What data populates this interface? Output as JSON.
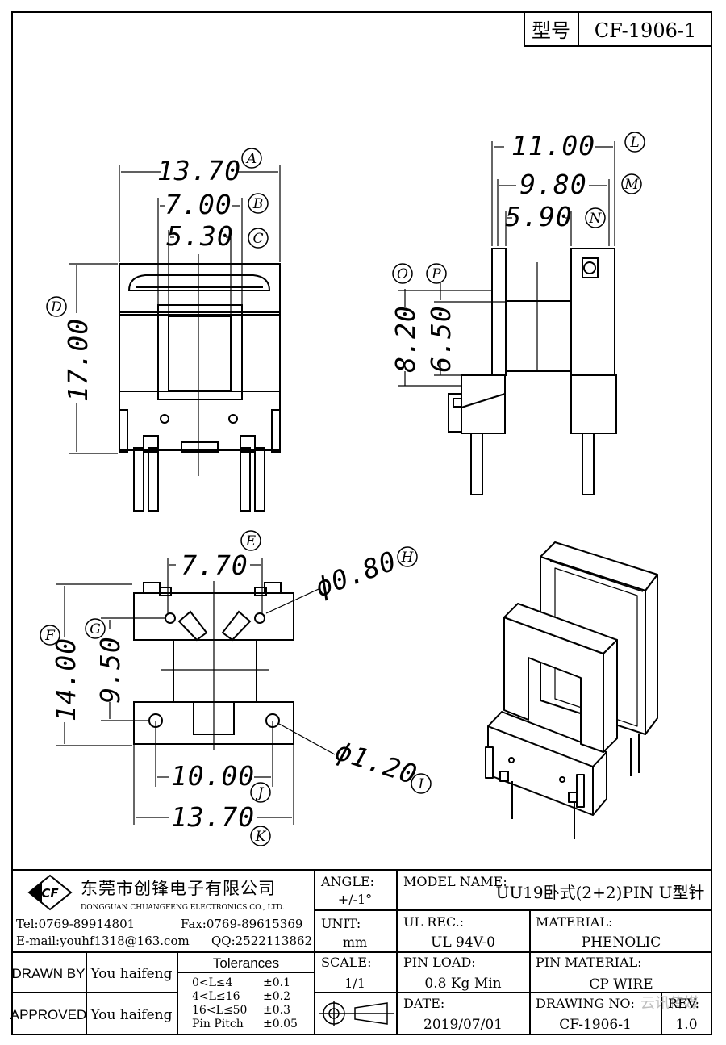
{
  "model": {
    "label": "型号",
    "value": "CF-1906-1"
  },
  "dimensions": {
    "A": "13.70",
    "B": "7.00",
    "C": "5.30",
    "D": "17.00",
    "L": "11.00",
    "M": "9.80",
    "N": "5.90",
    "O": "8.20",
    "P": "6.50",
    "E": "7.70",
    "F": "14.00",
    "G": "9.50",
    "H": "ϕ0.80",
    "I": "ϕ1.20",
    "J": "10.00",
    "K": "13.70"
  },
  "callouts": [
    "A",
    "B",
    "C",
    "D",
    "L",
    "M",
    "N",
    "O",
    "P",
    "E",
    "F",
    "G",
    "H",
    "I",
    "J",
    "K"
  ],
  "company": {
    "logo": "CF",
    "name_cn": "东莞市创锋电子有限公司",
    "name_en": "DONGGUAN CHUANGFENG ELECTRONICS CO., LTD.",
    "tel": "Tel:0769-89914801",
    "fax": "Fax:0769-89615369",
    "email": "E-mail:youhf1318@163.com",
    "qq": "QQ:2522113862"
  },
  "title_block": {
    "angle_label": "ANGLE:",
    "angle_value": "+/-1°",
    "unit_label": "UNIT:",
    "unit_value": "mm",
    "scale_label": "SCALE:",
    "scale_value": "1/1",
    "model_name_label": "MODEL NAME:",
    "model_name_value": "UU19卧式(2+2)PIN U型针",
    "ul_label": "UL REC.:",
    "ul_value": "UL 94V-0",
    "material_label": "MATERIAL:",
    "material_value": "PHENOLIC",
    "pin_load_label": "PIN LOAD:",
    "pin_load_value": "0.8 Kg Min",
    "pin_material_label": "PIN MATERIAL:",
    "pin_material_value": "CP WIRE",
    "date_label": "DATE:",
    "date_value": "2019/07/01",
    "drawing_no_label": "DRAWING NO:",
    "drawing_no_value": "CF-1906-1",
    "rev_label": "REV:",
    "rev_value": "1.0",
    "drawn_by_label": "DRAWN BY",
    "drawn_by_value": "You haifeng",
    "approved_label": "APPROVED",
    "approved_value": "You haifeng"
  },
  "tolerances": {
    "title": "Tolerances",
    "rows": [
      {
        "range": "0<L≤4",
        "tol": "±0.1"
      },
      {
        "range": "4<L≤16",
        "tol": "±0.2"
      },
      {
        "range": "16<L≤50",
        "tol": "±0.3"
      },
      {
        "range": "Pin Pitch",
        "tol": "±0.05"
      }
    ]
  },
  "watermark": "云讯传媒"
}
